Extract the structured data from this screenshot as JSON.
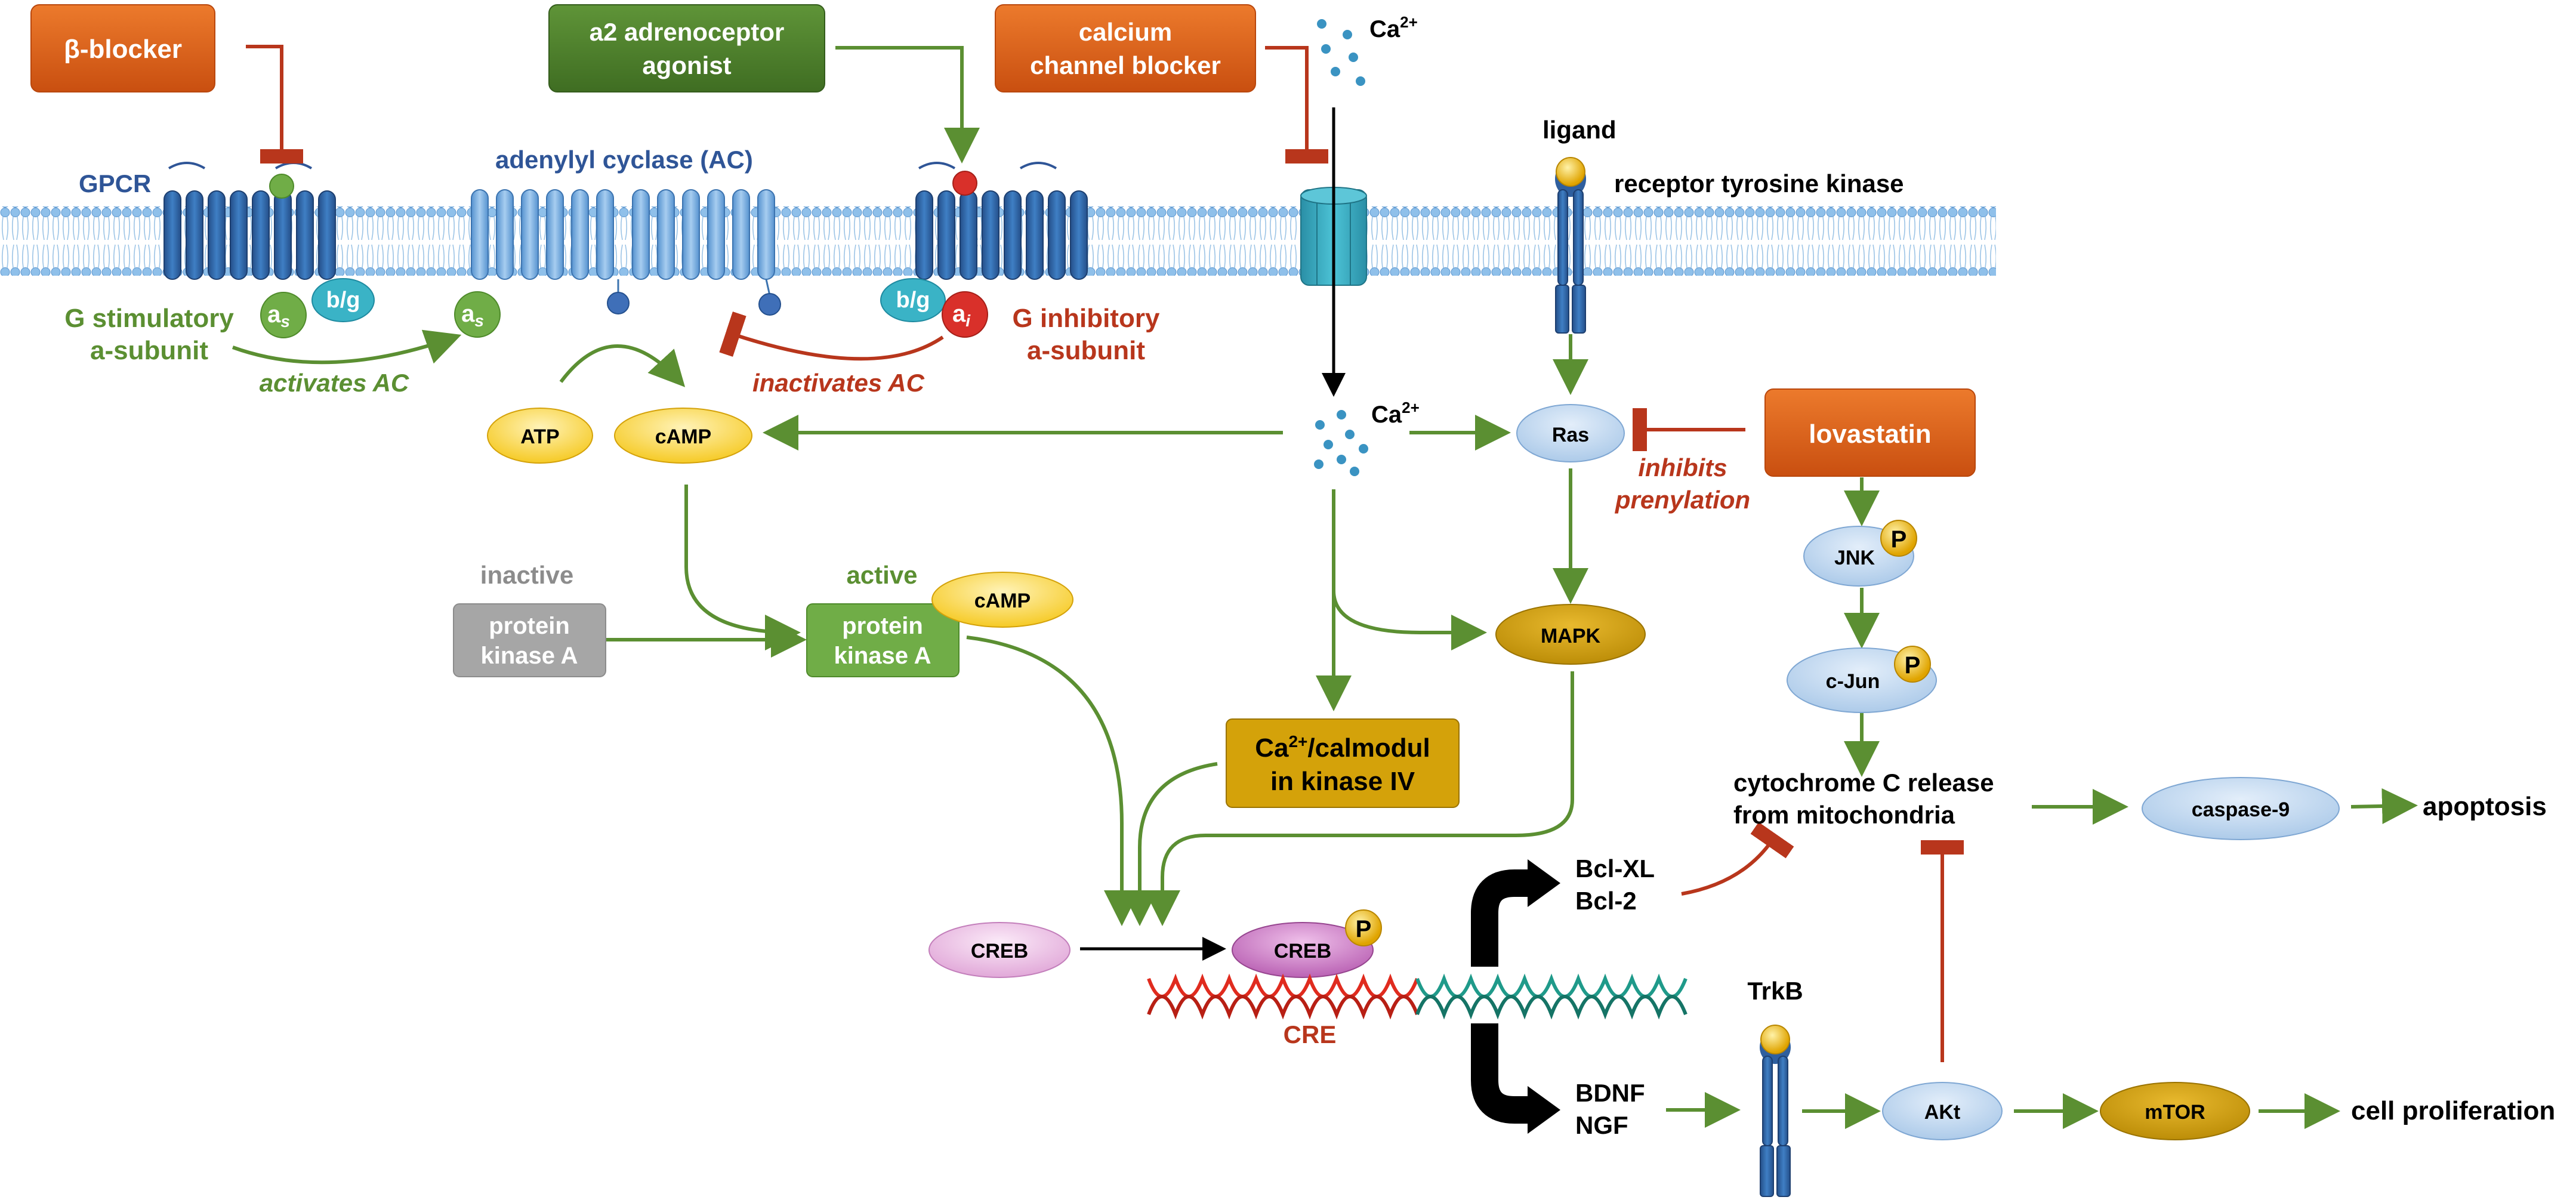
{
  "colors": {
    "green_arrow": "#5b8f32",
    "red_inhibit": "#b8361c",
    "black_arrow": "#000000",
    "orange_box": "#e0651a",
    "green_box": "#4d7f2b",
    "membrane_blue": "#2e6db2",
    "membrane_light": "#6aa4dc",
    "teal": "#3ab3c6",
    "gpcr_label": "#2f5597",
    "pale_blue_ellipse": "#c6dcf2",
    "yellow_ellipse": "#ffd84a",
    "gold_ellipse": "#d4a20a",
    "pink_ellipse": "#e8b4e0",
    "gray_box": "#a6a6a6",
    "pka_active": "#70ad47",
    "dna_red": "#e02b1e",
    "dna_teal": "#1f9a8a"
  },
  "drugs": {
    "beta_blocker": "β-blocker",
    "a2_agonist": [
      "a2 adrenoceptor",
      "agonist"
    ],
    "ccb": [
      "calcium",
      "channel blocker"
    ],
    "lovastatin": "lovastatin"
  },
  "membrane": {
    "gpcr": "GPCR",
    "adenylyl_cyclase": "adenylyl cyclase (AC)",
    "ligand": "ligand",
    "rtk": "receptor tyrosine kinase"
  },
  "subunits": {
    "as_main": "a",
    "as_sub": "s",
    "ai_main": "a",
    "ai_sub": "i",
    "bg": "b/g"
  },
  "labels": {
    "g_stim": [
      "G stimulatory",
      "a-subunit"
    ],
    "g_inhib": [
      "G inhibitory",
      "a-subunit"
    ],
    "activates_ac": "activates AC",
    "inactivates_ac": "inactivates AC",
    "inhibits_prenylation": [
      "inhibits",
      "prenylation"
    ],
    "inactive": "inactive",
    "active": "active",
    "cre": "CRE",
    "trkb": "TrkB"
  },
  "ions": {
    "ca": "Ca",
    "sup": "2+"
  },
  "molecules": {
    "atp": "ATP",
    "camp": "cAMP",
    "ras": "Ras",
    "jnk": "JNK",
    "cjun": "c-Jun",
    "p": "P",
    "mapk": "MAPK",
    "creb": "CREB",
    "caspase9": "caspase-9",
    "akt": "AKt",
    "mtor": "mTOR"
  },
  "boxes": {
    "pka_inactive": [
      "protein",
      "kinase A"
    ],
    "pka_active": [
      "protein",
      "kinase A"
    ],
    "camk_line1_pre": "Ca",
    "camk_line1_sup": "2+",
    "camk_line1_post": "/calmodul",
    "camk_line2": "in kinase IV"
  },
  "outcomes": {
    "bcl": [
      "Bcl-XL",
      "Bcl-2"
    ],
    "bdnf": [
      "BDNF",
      "NGF"
    ],
    "cytochrome": [
      "cytochrome C release",
      "from mitochondria"
    ],
    "apoptosis": "apoptosis",
    "cell_proliferation": "cell proliferation"
  }
}
